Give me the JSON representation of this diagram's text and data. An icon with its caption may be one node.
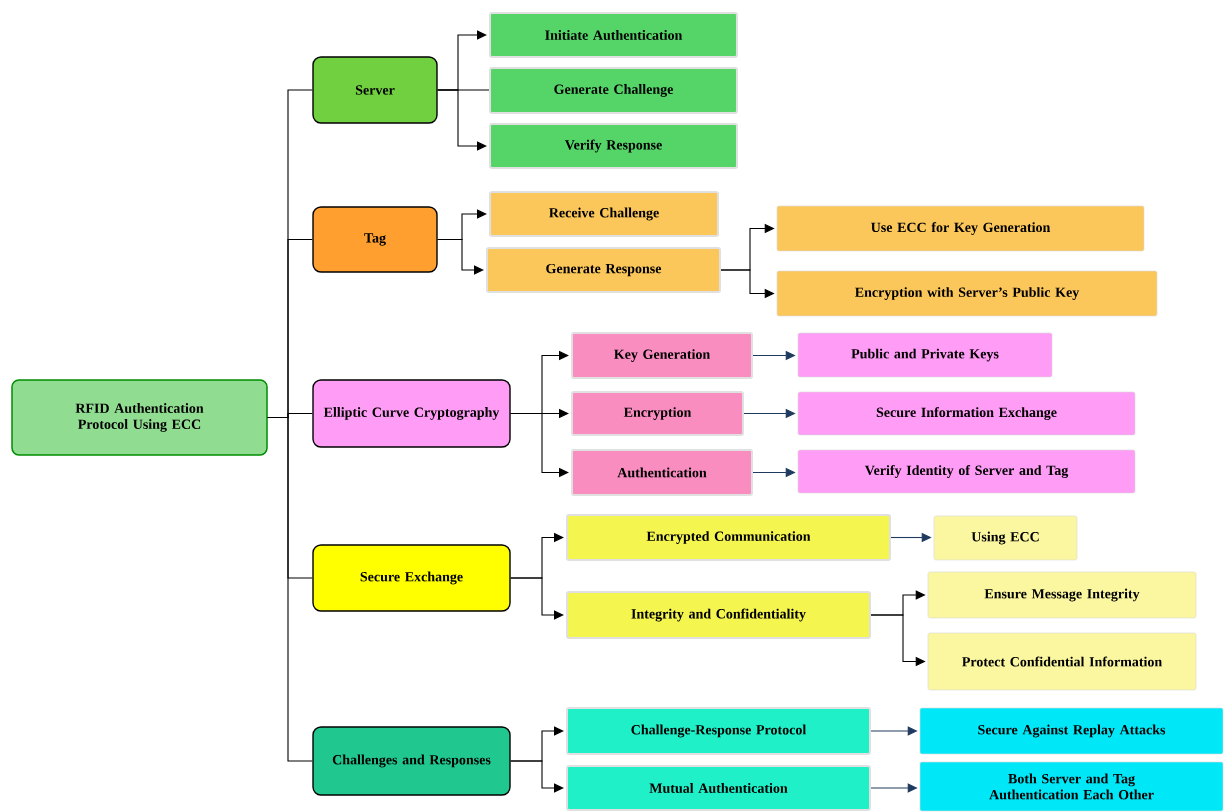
{
  "diagram": {
    "nodes": [
      {
        "text": [
          "RFID Authentication Protocol Using ECC"
        ]
      },
      {
        "text": [
          "Server"
        ]
      },
      {
        "text": [
          "Initiate Authentication"
        ]
      },
      {
        "text": [
          "Generate Challenge"
        ]
      },
      {
        "text": [
          "Verify Response"
        ]
      },
      {
        "text": [
          "Tag"
        ]
      },
      {
        "text": [
          "Receive Challenge"
        ]
      },
      {
        "text": [
          "Generate Response"
        ]
      },
      {
        "text": [
          "Use ECC for Key Generation"
        ]
      },
      {
        "text": [
          "Encryption with Server’s Public Key"
        ]
      },
      {
        "text": [
          "Elliptic Curve Cryptography"
        ]
      },
      {
        "text": [
          "Key Generation"
        ]
      },
      {
        "text": [
          "Encryption"
        ]
      },
      {
        "text": [
          "Authentication"
        ]
      },
      {
        "text": [
          "Public and Private Keys"
        ]
      },
      {
        "text": [
          "Secure Information Exchange"
        ]
      },
      {
        "text": [
          "Verify Identity of Server and Tag"
        ]
      },
      {
        "text": [
          "Secure Exchange"
        ]
      },
      {
        "text": [
          "Encrypted Communication"
        ]
      },
      {
        "text": [
          "Integrity and Confidentiality"
        ]
      },
      {
        "text": [
          "Using ECC"
        ]
      },
      {
        "text": [
          "Ensure Message Integrity"
        ]
      },
      {
        "text": [
          "Protect Confidential Information"
        ]
      },
      {
        "text": [
          "Challenges and Responses"
        ]
      },
      {
        "text": [
          "Challenge-Response Protocol"
        ]
      },
      {
        "text": [
          "Mutual Authentication"
        ]
      },
      {
        "text": [
          "Secure Against Replay Attacks"
        ]
      },
      {
        "text": [
          "Both Server and Tag Authentication Each Other"
        ]
      }
    ],
    "edges": [
      {
        "from": 0,
        "to": 1,
        "arrow": "none"
      },
      {
        "from": 0,
        "to": 5,
        "arrow": "none"
      },
      {
        "from": 0,
        "to": 10,
        "arrow": "none"
      },
      {
        "from": 0,
        "to": 17,
        "arrow": "none"
      },
      {
        "from": 0,
        "to": 23,
        "arrow": "none"
      },
      {
        "from": 1,
        "to": 2,
        "arrow": "to"
      },
      {
        "from": 1,
        "to": 3,
        "arrow": "none"
      },
      {
        "from": 1,
        "to": 4,
        "arrow": "to"
      },
      {
        "from": 5,
        "to": 6,
        "arrow": "to"
      },
      {
        "from": 5,
        "to": 7,
        "arrow": "to"
      },
      {
        "from": 7,
        "to": 8,
        "arrow": "to"
      },
      {
        "from": 7,
        "to": 9,
        "arrow": "to"
      },
      {
        "from": 10,
        "to": 11,
        "arrow": "to"
      },
      {
        "from": 10,
        "to": 12,
        "arrow": "to"
      },
      {
        "from": 10,
        "to": 13,
        "arrow": "to"
      },
      {
        "from": 11,
        "to": 14,
        "arrow": "to",
        "color": "#1f3a5f"
      },
      {
        "from": 12,
        "to": 15,
        "arrow": "to",
        "color": "#1f3a5f"
      },
      {
        "from": 13,
        "to": 16,
        "arrow": "to",
        "color": "#1f3a5f"
      },
      {
        "from": 17,
        "to": 18,
        "arrow": "to"
      },
      {
        "from": 17,
        "to": 19,
        "arrow": "to"
      },
      {
        "from": 18,
        "to": 20,
        "arrow": "to",
        "color": "#1f3a5f"
      },
      {
        "from": 19,
        "to": 21,
        "arrow": "to"
      },
      {
        "from": 19,
        "to": 22,
        "arrow": "to"
      },
      {
        "from": 23,
        "to": 24,
        "arrow": "to"
      },
      {
        "from": 23,
        "to": 25,
        "arrow": "to"
      },
      {
        "from": 24,
        "to": 26,
        "arrow": "to",
        "color": "#1f3a5f"
      },
      {
        "from": 25,
        "to": 27,
        "arrow": "to",
        "color": "#1f3a5f"
      }
    ]
  }
}
